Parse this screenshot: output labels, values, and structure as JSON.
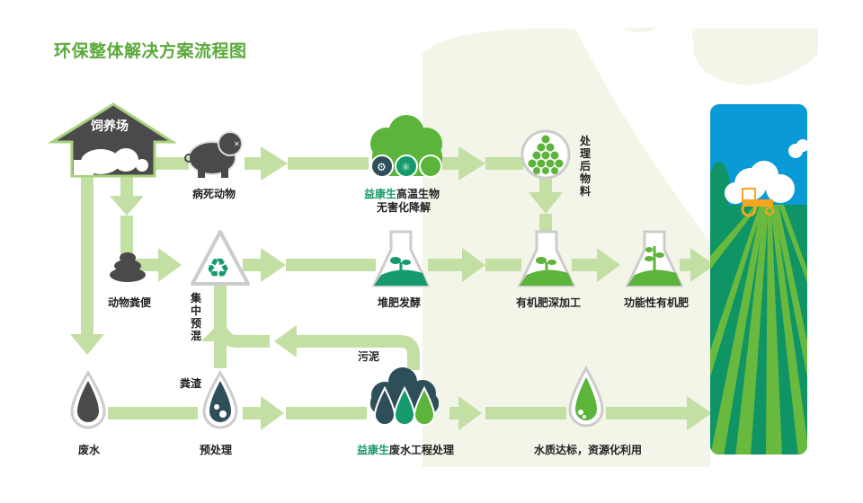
{
  "title": "环保整体解决方案流程图",
  "colors": {
    "title_green": "#5aa93a",
    "arrow_green": "#c3dfa3",
    "dark_gray": "#4a4a4a",
    "teal_dark": "#2e4f5a",
    "teal": "#149a6c",
    "leaf_green": "#5cb43a",
    "field_dark": "#0f9466",
    "field_light": "#6ab93f",
    "sky_blue": "#0a9ad6",
    "tractor_orange": "#f4a623",
    "bg_cream": "#f3f5e8"
  },
  "nodes": {
    "farm": {
      "label": "饲养场",
      "icon": "house-animals-icon"
    },
    "dead_animals": {
      "label": "病死动物",
      "icon": "dead-pig-icon"
    },
    "harmless": {
      "brand": "益康生",
      "label_line1": "高温生物",
      "label_line2": "无害化降解",
      "icon": "cloud-process-icon"
    },
    "processed_material": {
      "label": "处理后物料",
      "icon": "pellets-circle-icon"
    },
    "manure": {
      "label": "动物粪便",
      "icon": "manure-icon"
    },
    "premix": {
      "label": "集中预混",
      "icon": "recycle-icon"
    },
    "compost": {
      "label": "堆肥发酵",
      "icon": "flask-sprout-icon"
    },
    "deep_processing": {
      "label": "有机肥深加工",
      "icon": "flask-sprout-icon"
    },
    "functional_fertilizer": {
      "label": "功能性有机肥",
      "icon": "flask-plant-icon"
    },
    "wastewater": {
      "label": "废水",
      "icon": "drop-icon"
    },
    "pretreatment": {
      "label": "预处理",
      "icon": "drop-gears-icon"
    },
    "residue": {
      "label": "粪渣"
    },
    "sludge": {
      "label": "污泥"
    },
    "wastewater_engineering": {
      "brand": "益康生",
      "label": "废水工程处理",
      "icon": "cloud-drops-icon"
    },
    "water_reuse": {
      "label": "水质达标，资源化利用",
      "icon": "green-drop-icon"
    },
    "farmland": {
      "icon": "farmland-tractor-icon"
    }
  }
}
